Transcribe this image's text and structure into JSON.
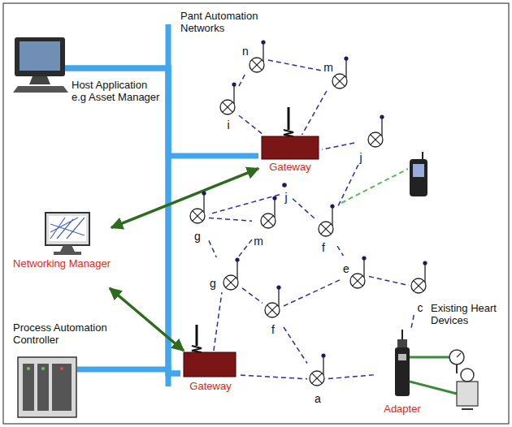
{
  "diagram": {
    "nodes": [
      {
        "text": [
          "Host Application e.g Asset Manager"
        ]
      },
      {
        "text": [
          "Networking Manager"
        ]
      },
      {
        "text": [
          "Process Automation Controller"
        ]
      },
      {
        "text": [
          "Gateway"
        ]
      },
      {
        "text": [
          "Gateway"
        ]
      },
      {
        "text": [
          "Adapter"
        ]
      },
      {
        "text": [
          "n"
        ]
      },
      {
        "text": [
          "m"
        ]
      },
      {
        "text": [
          "i"
        ]
      },
      {
        "text": [
          "j"
        ]
      },
      {
        "text": [
          "j"
        ]
      },
      {
        "text": [
          "g"
        ]
      },
      {
        "text": [
          "m"
        ]
      },
      {
        "text": [
          "f"
        ]
      },
      {
        "text": [
          "g"
        ]
      },
      {
        "text": [
          "f"
        ]
      },
      {
        "text": [
          "e"
        ]
      },
      {
        "text": [
          "c"
        ]
      },
      {
        "text": [
          "a"
        ]
      }
    ],
    "edges": [
      {
        "from": 0,
        "to": 3,
        "arrow": "none"
      },
      {
        "from": 0,
        "to": 4,
        "arrow": "none"
      },
      {
        "from": 2,
        "to": 4,
        "arrow": "none"
      },
      {
        "from": 1,
        "to": 3,
        "arrow": "both"
      },
      {
        "from": 1,
        "to": 4,
        "arrow": "both"
      },
      {
        "from": 6,
        "to": 7,
        "arrow": "none"
      },
      {
        "from": 6,
        "to": 8,
        "arrow": "none"
      },
      {
        "from": 7,
        "to": 3,
        "arrow": "none"
      },
      {
        "from": 8,
        "to": 3,
        "arrow": "none"
      },
      {
        "from": 9,
        "to": 3,
        "arrow": "none"
      },
      {
        "from": 10,
        "to": 11,
        "arrow": "none"
      },
      {
        "from": 10,
        "to": 13,
        "arrow": "none"
      },
      {
        "from": 9,
        "to": 13,
        "arrow": "none"
      },
      {
        "from": 11,
        "to": 12,
        "arrow": "none"
      },
      {
        "from": 12,
        "to": 14,
        "arrow": "none"
      },
      {
        "from": 11,
        "to": 14,
        "arrow": "none"
      },
      {
        "from": 14,
        "to": 15,
        "arrow": "none"
      },
      {
        "from": 15,
        "to": 16,
        "arrow": "none"
      },
      {
        "from": 13,
        "to": 16,
        "arrow": "none"
      },
      {
        "from": 16,
        "to": 17,
        "arrow": "none"
      },
      {
        "from": 15,
        "to": 18,
        "arrow": "none"
      },
      {
        "from": 18,
        "to": 5,
        "arrow": "none"
      },
      {
        "from": 17,
        "to": 5,
        "arrow": "none"
      },
      {
        "from": 4,
        "to": 14,
        "arrow": "none"
      },
      {
        "from": 4,
        "to": 18,
        "arrow": "none"
      }
    ],
    "labels": [
      "Pant Automation Networks",
      "Existing Heart Devices"
    ]
  }
}
